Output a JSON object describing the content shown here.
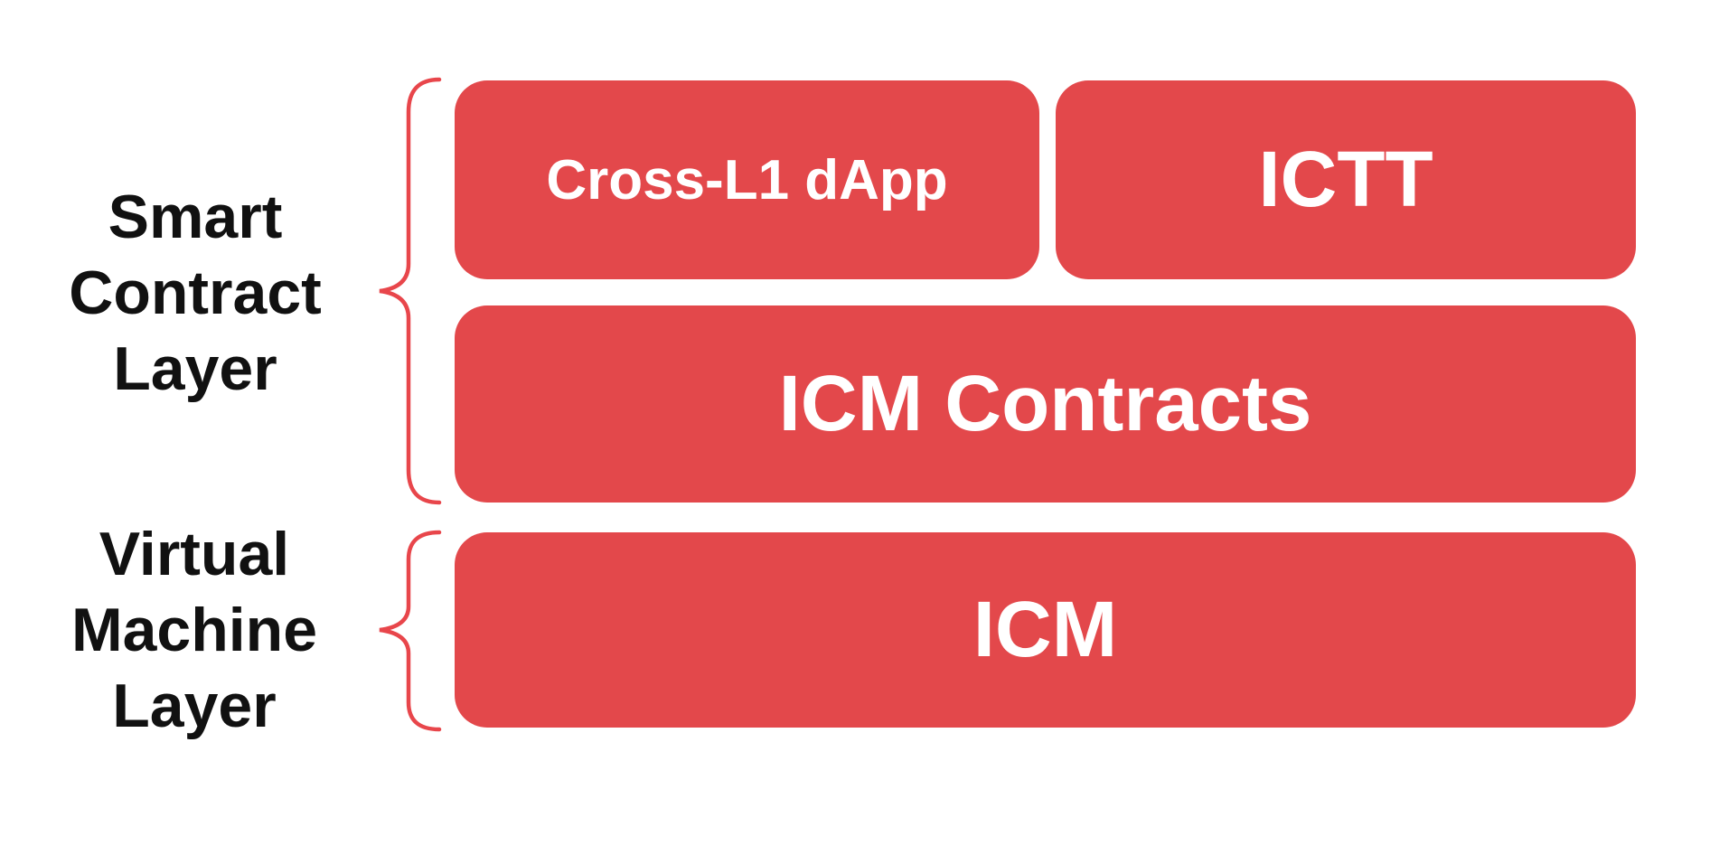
{
  "colors": {
    "box_red": "#e3484b",
    "brace_red": "#e8464b",
    "label_black": "#111111",
    "box_text_white": "#ffffff",
    "page_bg": "#ffffff"
  },
  "layers": {
    "smart_contract": {
      "name": "Smart Contract Layer",
      "lines": [
        "Smart",
        "Contract",
        "Layer"
      ]
    },
    "virtual_machine": {
      "name": "Virtual Machine Layer",
      "lines": [
        "Virtual",
        "Machine",
        "Layer"
      ]
    }
  },
  "boxes": {
    "cross_l1_dapp": {
      "label": "Cross-L1 dApp"
    },
    "ictt": {
      "label": "ICTT"
    },
    "icm_contracts": {
      "label": "ICM Contracts"
    },
    "icm": {
      "label": "ICM"
    }
  }
}
